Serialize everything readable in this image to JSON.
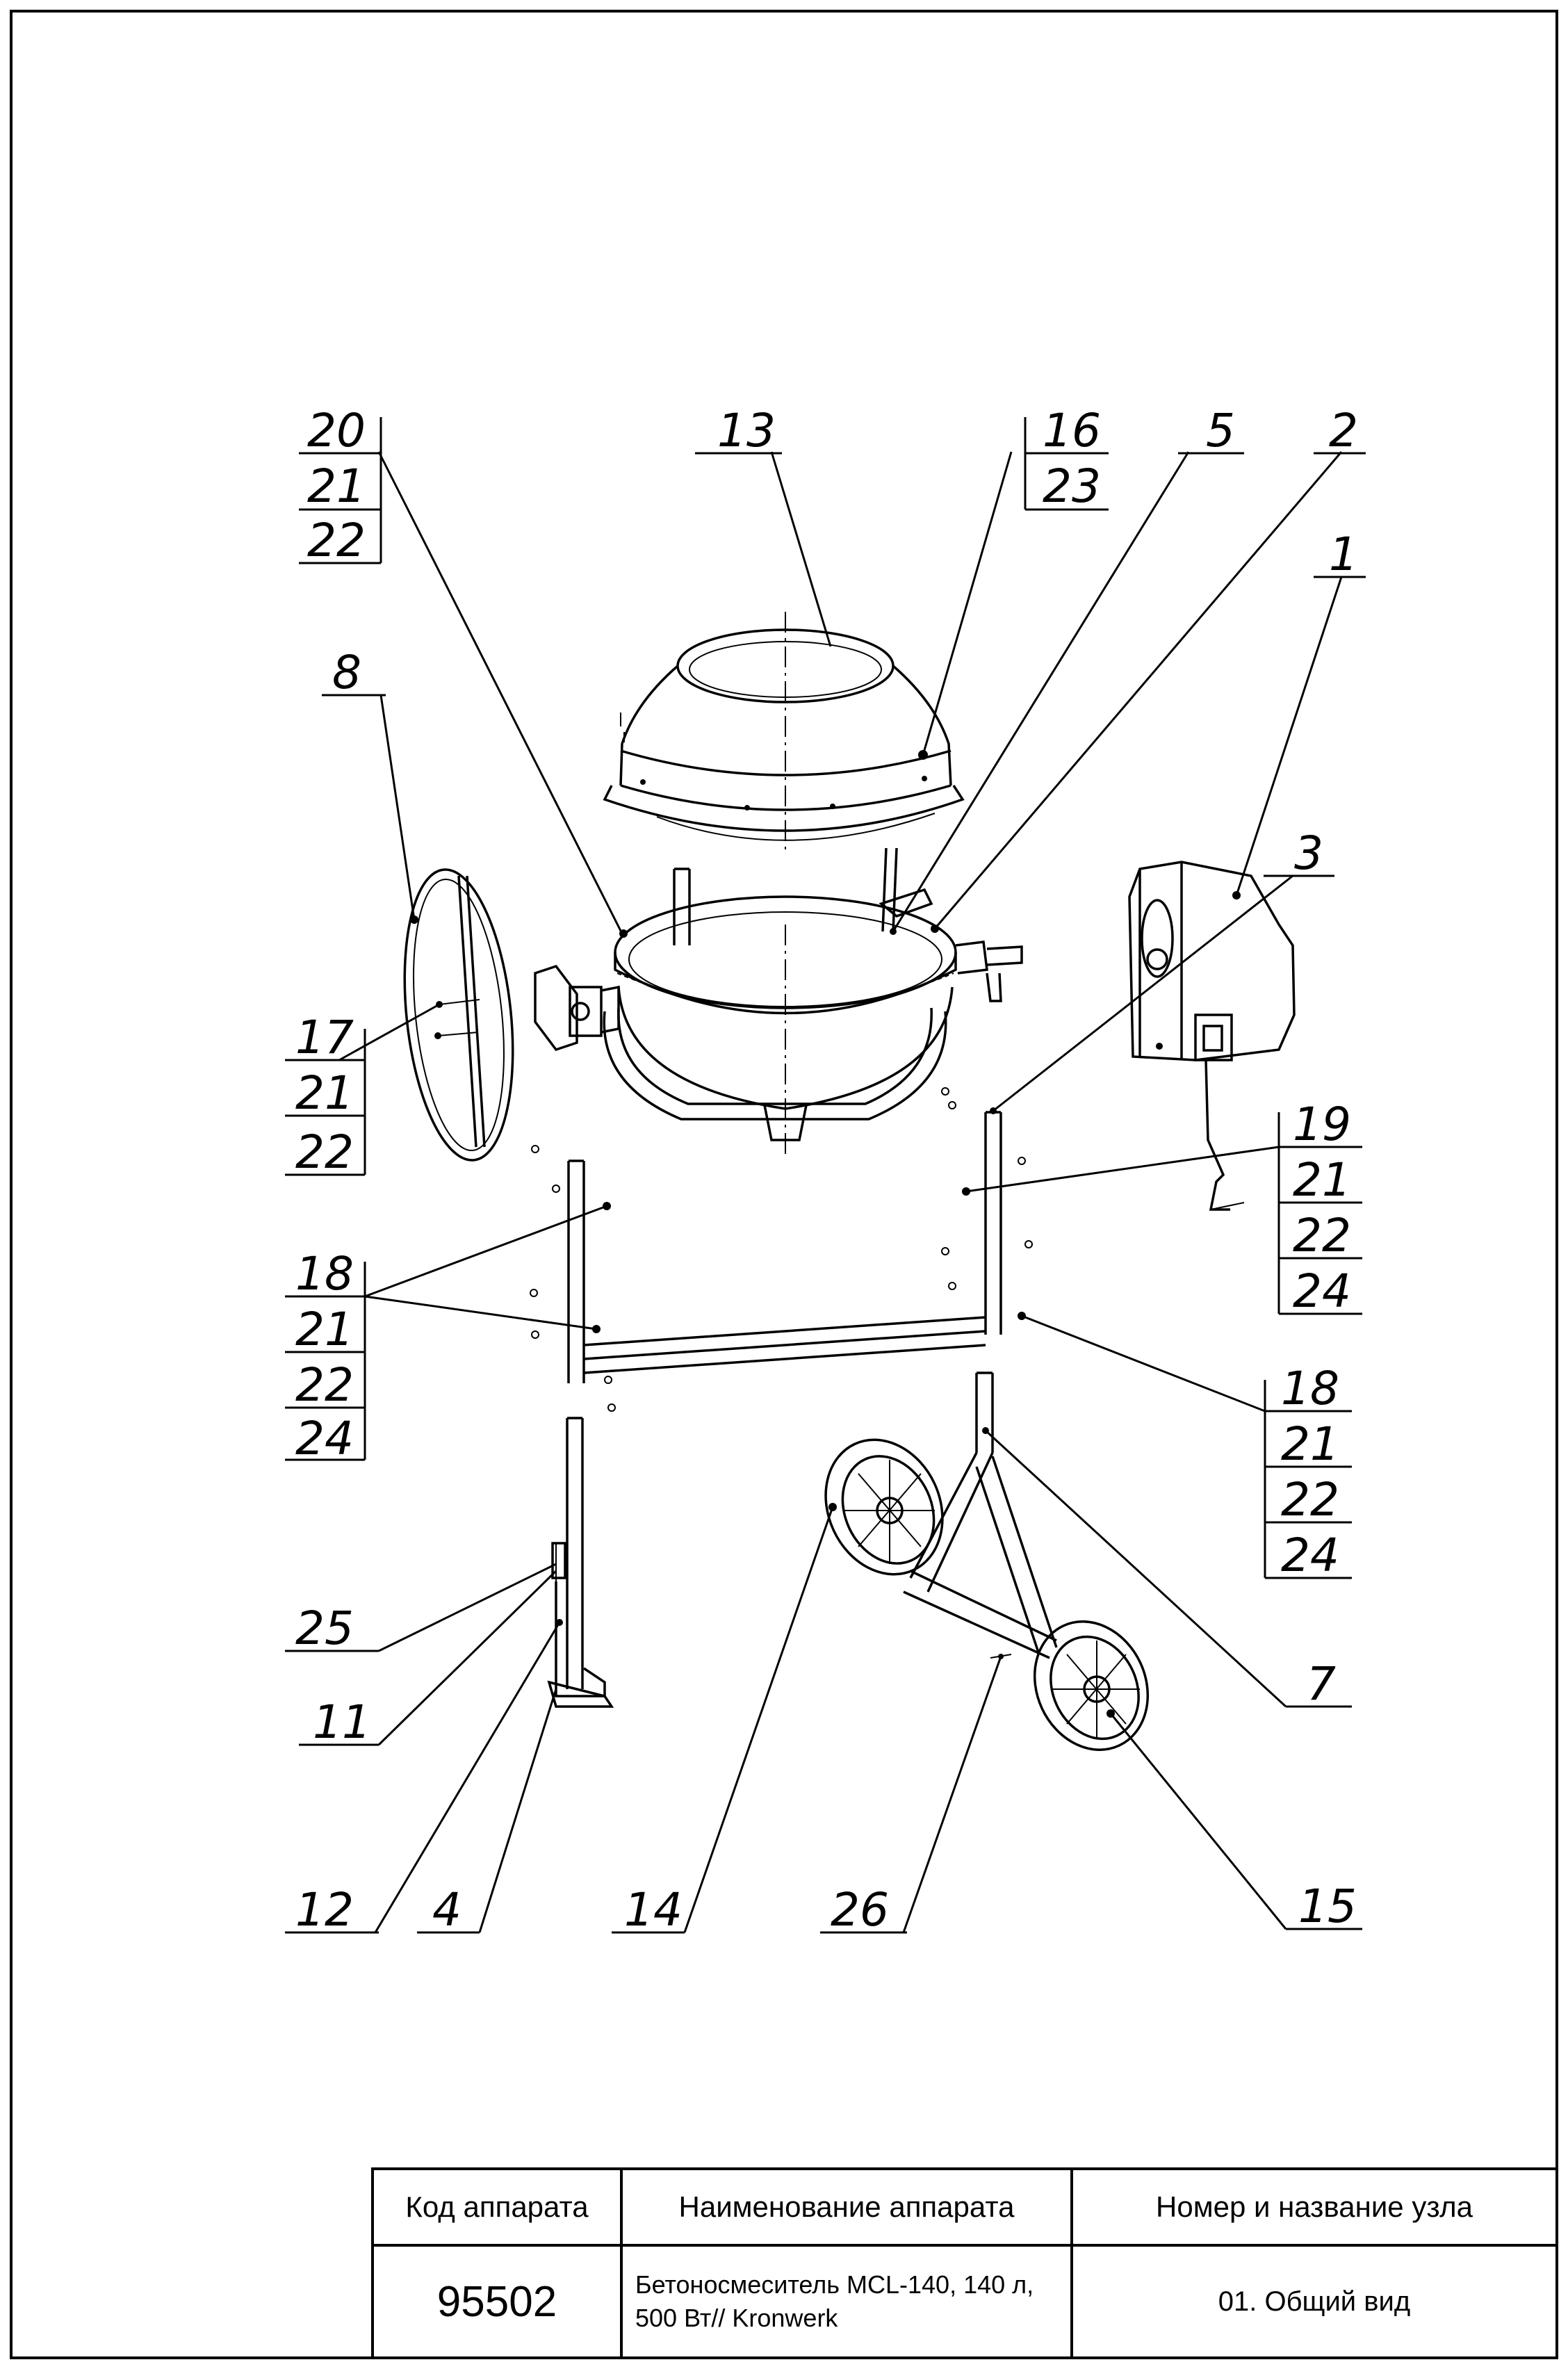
{
  "callouts": {
    "c20": "20",
    "c21a": "21",
    "c22a": "22",
    "c13": "13",
    "c16": "16",
    "c23": "23",
    "c5": "5",
    "c2": "2",
    "c1": "1",
    "c8": "8",
    "c3": "3",
    "c17": "17",
    "c21b": "21",
    "c22b": "22",
    "c19": "19",
    "c21c": "21",
    "c22c": "22",
    "c24c": "24",
    "c18a": "18",
    "c21d": "21",
    "c22d": "22",
    "c24d": "24",
    "c18b": "18",
    "c21e": "21",
    "c22e": "22",
    "c24e": "24",
    "c25": "25",
    "c11": "11",
    "c7": "7",
    "c12": "12",
    "c4": "4",
    "c14": "14",
    "c26": "26",
    "c15": "15"
  },
  "title_block": {
    "header_code": "Код аппарата",
    "header_name": "Наименование аппарата",
    "header_node": "Номер и название узла",
    "code": "95502",
    "name_line1": "Бетоносмеситель MCL-140, 140 л,",
    "name_line2": "500 Вт// Kronwerk",
    "node": "01. Общий вид"
  }
}
